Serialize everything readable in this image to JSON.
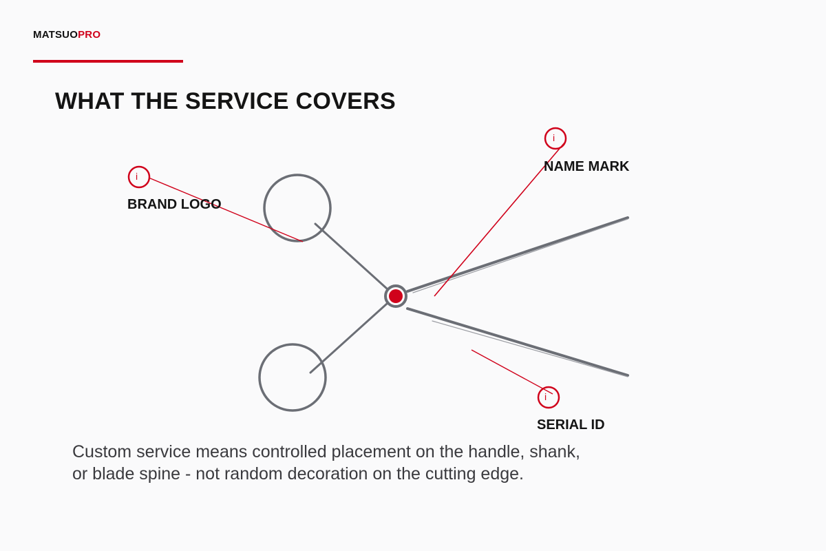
{
  "brand": {
    "name_main": "MATSUO",
    "name_accent": "PRO"
  },
  "slide": {
    "title": "WHAT THE SERVICE COVERS"
  },
  "diagram": {
    "subject_icon": "scissors-icon",
    "callouts": [
      {
        "id": "name-mark",
        "label": "NAME MARK",
        "icon": "info-icon",
        "icon_glyph": "i"
      },
      {
        "id": "brand-logo",
        "label": "BRAND LOGO",
        "icon": "info-icon",
        "icon_glyph": "i"
      },
      {
        "id": "serial-id",
        "label": "SERIAL ID",
        "icon": "info-icon",
        "icon_glyph": "i"
      }
    ]
  },
  "caption": {
    "line1": "Custom service means controlled placement on the handle, shank,",
    "line2": "or blade spine - not random decoration on the cutting edge."
  },
  "colors": {
    "accent": "#d0021b",
    "tool_stroke": "#6b6e75",
    "text_dark": "#141414",
    "text_body": "#3a3a3e",
    "background": "#fafafb"
  }
}
